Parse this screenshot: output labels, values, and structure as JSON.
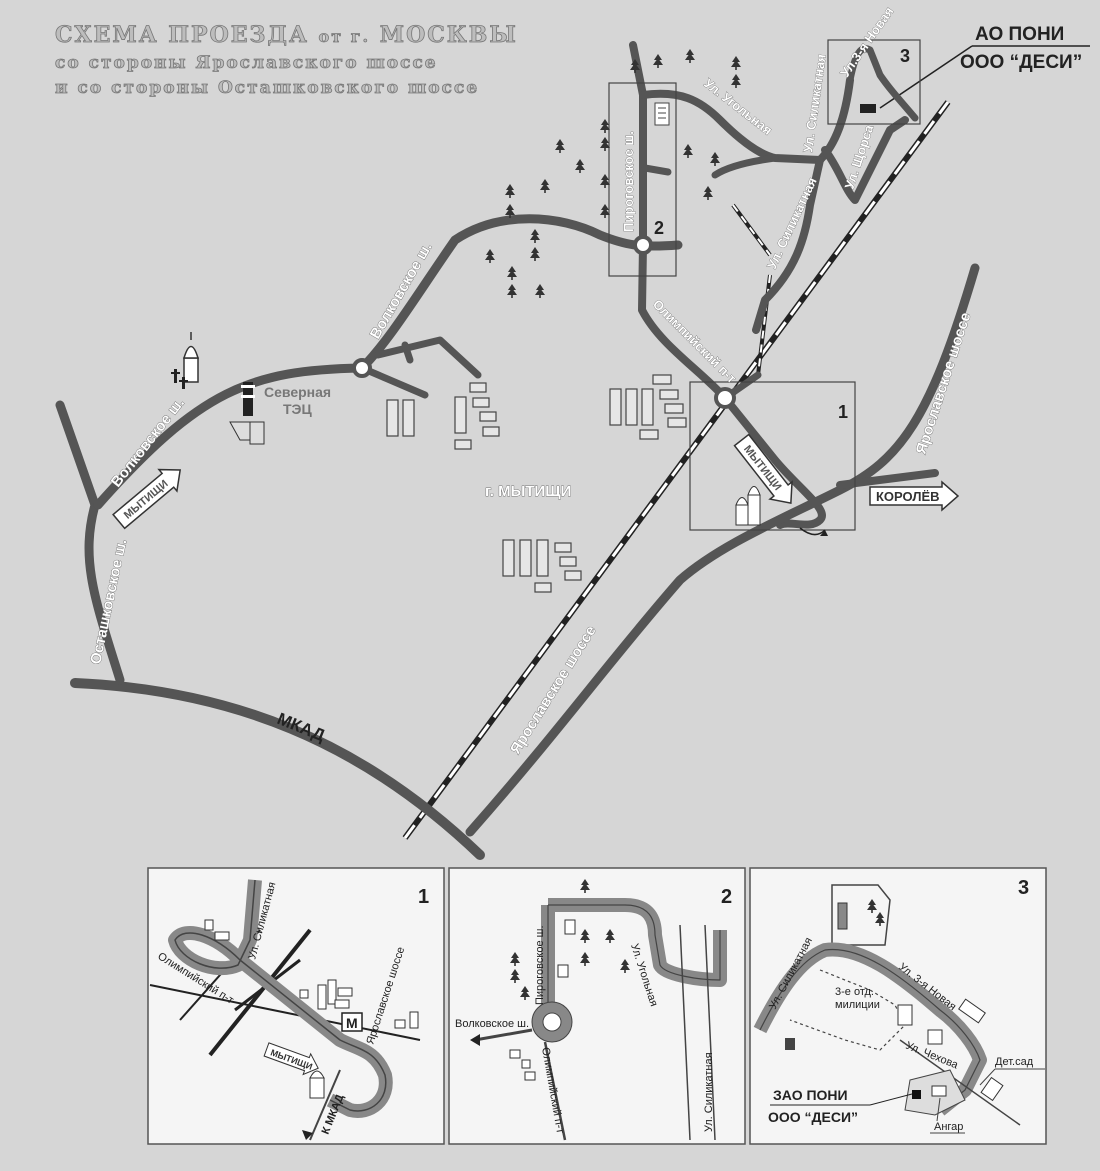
{
  "title": {
    "line1_a": "СХЕМА ПРОЕЗДА",
    "line1_b": "от г.",
    "line1_c": "МОСКВЫ",
    "line2": "со стороны Ярославского шоссе",
    "line3": "и со стороны Осташковского шоссе"
  },
  "company": {
    "line1": "АО ПОНИ",
    "line2": "ООО “ДЕСИ”"
  },
  "main_map": {
    "labels": {
      "ostashkovskoe": "Осташковское ш.",
      "volkovskoe_w": "Волковское ш.",
      "volkovskoe_n": "Волковское ш.",
      "pirogovskoe": "Пироговское ш.",
      "ugolnaya": "Ул. Угольная",
      "silikatnaya_n": "Ул. Силикатная",
      "silikatnaya_s": "Ул. Силикатная",
      "shorsa": "Ул. Щорса",
      "third_novaya": "Ул.3-я Новая",
      "olimpiyskiy": "Олимпийский п-т",
      "yaroslavskoe_e": "Ярославское шоссе",
      "yaroslavskoe_s": "Ярославское шоссе",
      "mkad": "МКАД",
      "city": "г. МЫТИЩИ",
      "tec_line1": "Северная",
      "tec_line2": "ТЭЦ",
      "arrow_mytishchi_1": "МЫТИЩИ",
      "arrow_mytishchi_2": "МЫТИЩИ",
      "arrow_korolev": "КОРОЛЁВ"
    },
    "zone_numbers": [
      "1",
      "2",
      "3"
    ]
  },
  "insets": [
    {
      "number": "1",
      "labels": {
        "silikatnaya": "Ул. Силикатная",
        "olimpiyskiy": "Олимпийский п-т",
        "yaroslavskoe": "Ярославское шоссе",
        "mytishchi": "МЫТИЩИ",
        "to_mkad": "К МКАД",
        "metro": "М"
      }
    },
    {
      "number": "2",
      "labels": {
        "pirogovskoe": "Пироговское ш.",
        "ugolnaya": "Ул. Угольная",
        "volkovskoe": "Волковское ш.",
        "olimpiyskiy": "Олимпийский п-т",
        "silikatnaya": "Ул. Силикатная"
      }
    },
    {
      "number": "3",
      "labels": {
        "silikatnaya": "Ул. Силикатная",
        "third_novaya": "Ул. 3-я Новая",
        "militia_line1": "3-е отд.",
        "militia_line2": "милиции",
        "chekhova": "Ул. Чехова",
        "kindergarten": "Дет.сад",
        "company_line1": "ЗАО ПОНИ",
        "company_line2": "ООО “ДЕСИ”",
        "hangar": "Ангар"
      }
    }
  ],
  "colors": {
    "background": "#d6d6d6",
    "road": "#555555",
    "inset_background": "#f5f5f5",
    "text_dark": "#222222"
  }
}
